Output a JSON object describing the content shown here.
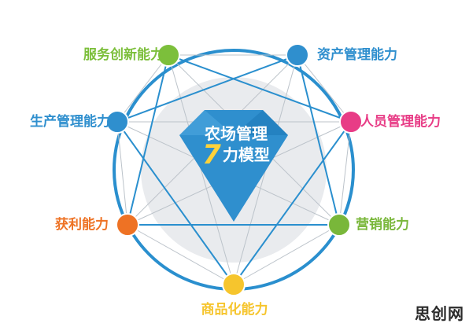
{
  "center": {
    "line1": "农场管理",
    "big_digit": "7",
    "line2_rest": "力模型"
  },
  "nodes": [
    {
      "label": "服务创新能力",
      "color": "#7cbf3b"
    },
    {
      "label": "资产管理能力",
      "color": "#2f8fce"
    },
    {
      "label": "人员管理能力",
      "color": "#e83c86"
    },
    {
      "label": "营销能力",
      "color": "#79b73a"
    },
    {
      "label": "商品化能力",
      "color": "#f6c52d"
    },
    {
      "label": "获利能力",
      "color": "#ee7224"
    },
    {
      "label": "生产管理能力",
      "color": "#2f8fce"
    }
  ],
  "colors": {
    "ring": "#2a8fce",
    "diamond": "#2f8fce",
    "halo": "#e7e9ec"
  },
  "watermark": "思创网"
}
